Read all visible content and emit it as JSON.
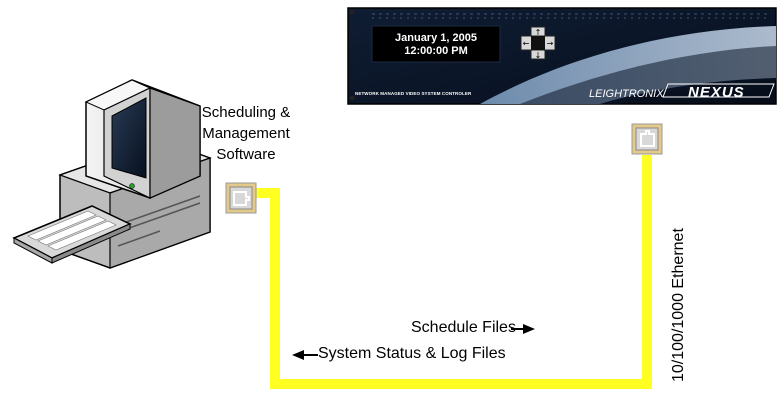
{
  "device": {
    "date": "January 1, 2005",
    "time": "12:00:00 PM",
    "caption": "NETWORK MANAGED VIDEO SYSTEM CONTROLER",
    "brand": "LEIGHTRONIX",
    "product": "NEXUS"
  },
  "labels": {
    "software_line1": "Scheduling &",
    "software_line2": "Management",
    "software_line3": "Software",
    "schedule_files": "Schedule Files",
    "status_files": "System Status & Log Files",
    "ethernet": "10/100/1000 Ethernet"
  },
  "colors": {
    "cable": "#ffff22",
    "panel": "#0c1628",
    "accent": "#ffffff"
  },
  "icons": [
    "computer-icon",
    "keyboard-icon",
    "network-port-icon",
    "arrow-right-icon",
    "arrow-left-icon",
    "direction-pad-icon"
  ]
}
